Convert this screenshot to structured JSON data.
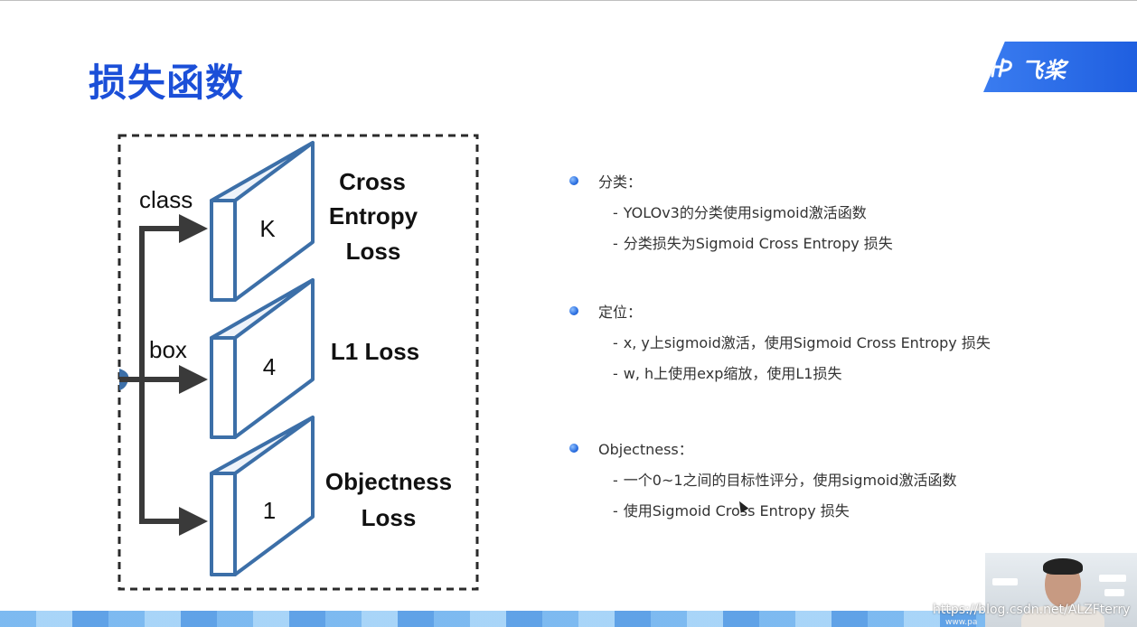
{
  "page": {
    "title": "损失函数"
  },
  "logo": {
    "text": "飞桨",
    "mark": "paddle-logo-mark"
  },
  "diagram": {
    "inputs": [
      {
        "label": "class",
        "value": "K",
        "loss": [
          "Cross",
          "Entropy",
          "Loss"
        ]
      },
      {
        "label": "box",
        "value": "4",
        "loss": [
          "L1 Loss"
        ]
      },
      {
        "label": "",
        "value": "1",
        "loss": [
          "Objectness",
          "Loss"
        ]
      }
    ],
    "colors": {
      "box_stroke": "#3c6fa8",
      "arrow": "#3a3a3a",
      "dashed": "#2b2b2b"
    }
  },
  "sections": [
    {
      "heading": "分类：",
      "items": [
        "YOLOv3的分类使用sigmoid激活函数",
        "分类损失为Sigmoid Cross Entropy 损失"
      ]
    },
    {
      "heading": "定位：",
      "items": [
        "x, y上sigmoid激活，使用Sigmoid Cross Entropy 损失",
        "w, h上使用exp缩放，使用L1损失"
      ]
    },
    {
      "heading": "Objectness：",
      "items": [
        "一个0~1之间的目标性评分，使用sigmoid激活函数",
        "使用Sigmoid Cross Entropy 损失"
      ]
    }
  ],
  "watermark": {
    "text": "https://blog.csdn.net/ALZFterry",
    "sub": "www.pa"
  }
}
